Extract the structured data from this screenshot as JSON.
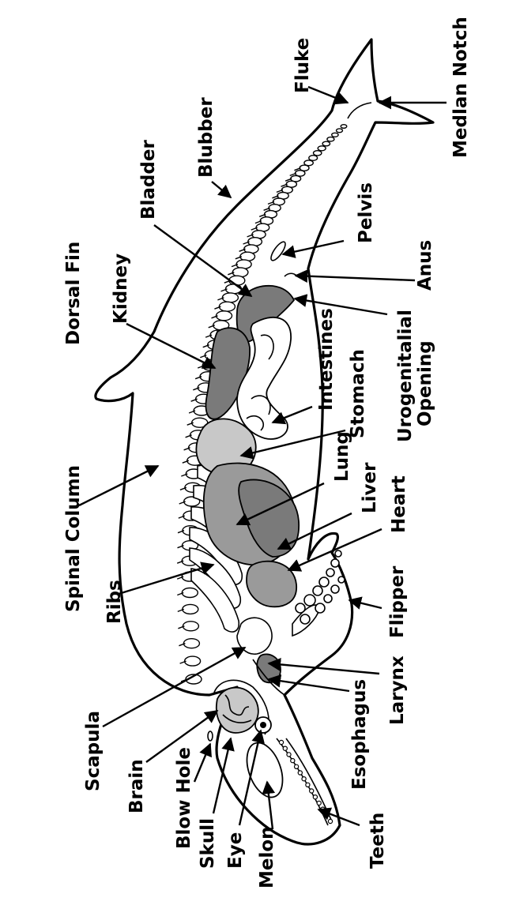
{
  "labels": {
    "fluke": "Fluke",
    "median_notch": "Medlan Notch",
    "blubber": "Blubber",
    "bladder": "Bladder",
    "pelvis": "Pelvis",
    "anus": "Anus",
    "dorsal_fin": "Dorsal Fin",
    "kidney": "Kidney",
    "urogenital_line1": "Urogenitalial",
    "urogenital_line2": "Opening",
    "intestines": "Intestines",
    "stomach": "Stomach",
    "lung": "Lung",
    "liver": "Liver",
    "heart": "Heart",
    "spinal_column": "Spinal Column",
    "ribs": "Ribs",
    "flipper": "Flipper",
    "larynx": "Larynx",
    "esophagus": "Esophagus",
    "scapula": "Scapula",
    "brain": "Brain",
    "blow_hole": "Blow Hole",
    "skull": "Skull",
    "eye": "Eye",
    "melon": "Melon",
    "teeth": "Teeth"
  },
  "colors": {
    "outline": "#000000",
    "organ_dark": "#7a7a7a",
    "organ_mid": "#9a9a9a",
    "organ_light": "#c8c8c8",
    "background": "#ffffff"
  }
}
